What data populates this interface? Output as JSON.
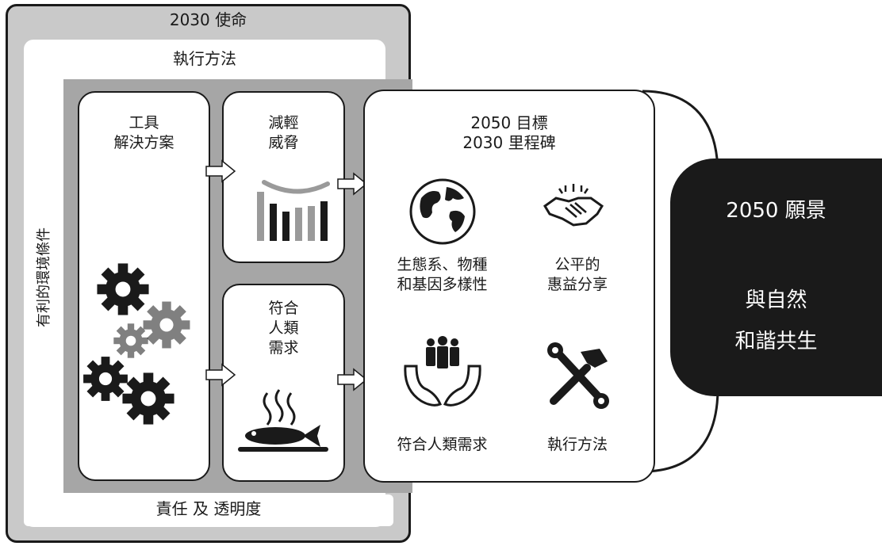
{
  "mission": {
    "title": "2030 使命"
  },
  "method_bar": {
    "label": "執行方法"
  },
  "enabling": {
    "label": "有利的環境條件"
  },
  "accountability": {
    "label": "責任 及 透明度"
  },
  "tools": {
    "line1": "工具",
    "line2": "解決方案"
  },
  "reduce_threats": {
    "line1": "減輕",
    "line2": "威脅"
  },
  "meet_needs": {
    "line1": "符合",
    "line2": "人類",
    "line3": "需求"
  },
  "goals": {
    "line1": "2050 目標",
    "line2": "2030 里程碑",
    "items": [
      {
        "icon": "globe-icon",
        "line1": "生態系、物種",
        "line2": "和基因多樣性"
      },
      {
        "icon": "handshake-icon",
        "line1": "公平的",
        "line2": "惠益分享"
      },
      {
        "icon": "people-in-hands-icon",
        "line1": "符合人類需求",
        "line2": ""
      },
      {
        "icon": "tools-icon",
        "line1": "執行方法",
        "line2": ""
      }
    ]
  },
  "vision": {
    "title": "2050 願景",
    "line1": "與自然",
    "line2": "和諧共生"
  },
  "colors": {
    "dark": "#1a1a1a",
    "gray": "#a6a6a6",
    "frame": "#c9c9c9",
    "white": "#ffffff"
  }
}
